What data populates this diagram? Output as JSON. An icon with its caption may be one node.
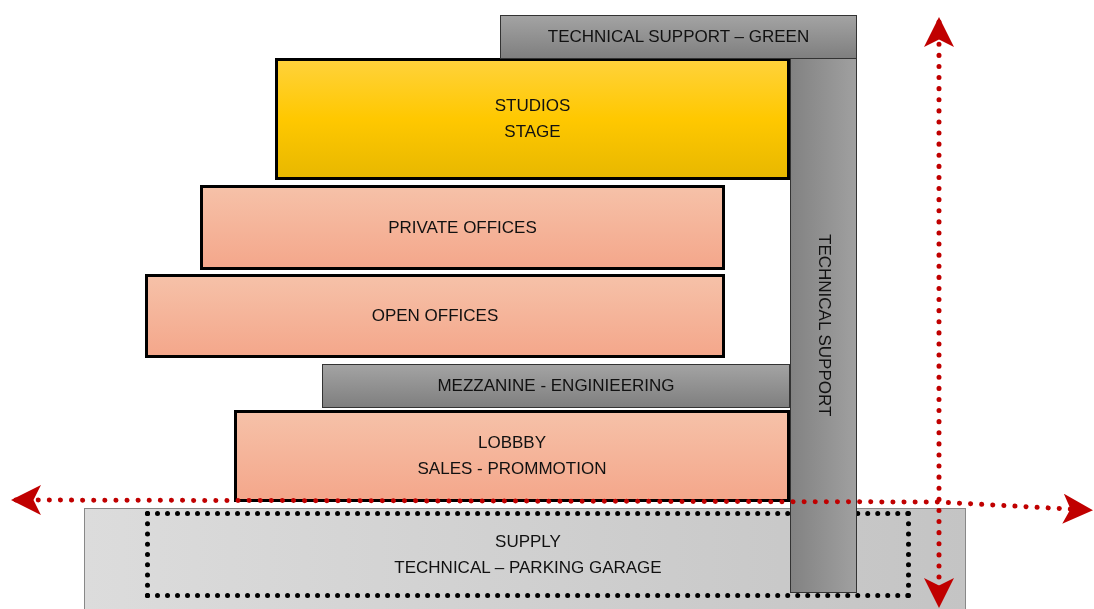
{
  "diagram": {
    "nodes": [
      {
        "text": [
          "TECHNICAL SUPPORT – GREEN"
        ]
      },
      {
        "text": [
          "STUDIOS",
          "STAGE"
        ]
      },
      {
        "text": [
          "PRIVATE OFFICES"
        ]
      },
      {
        "text": [
          "OPEN OFFICES"
        ]
      },
      {
        "text": [
          "TECHNICAL SUPPORT"
        ]
      },
      {
        "text": [
          "MEZZANINE - ENGINIEERING"
        ]
      },
      {
        "text": [
          "LOBBBY",
          "SALES - PROMMOTION"
        ]
      },
      {
        "text": [],
        "shape": "box"
      },
      {
        "text": [
          "SUPPLY",
          "TECHNICAL – PARKING GARAGE"
        ],
        "in": 7
      }
    ]
  }
}
